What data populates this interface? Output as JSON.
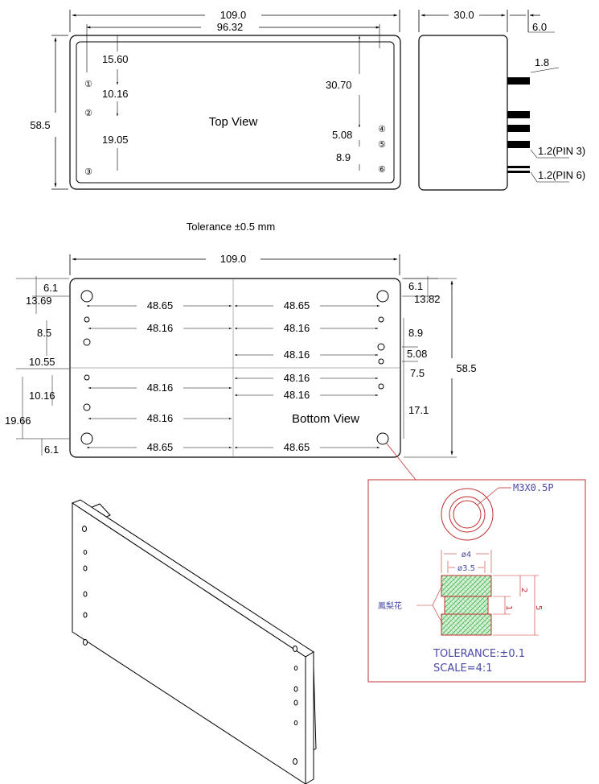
{
  "top_view": {
    "title": "Top View",
    "width": "109.0",
    "pin_span": "96.32",
    "height": "58.5",
    "d1": "15.60",
    "d2": "10.16",
    "d3": "19.05",
    "d4": "30.70",
    "d5": "5.08",
    "d6": "8.9",
    "pins": [
      "①",
      "②",
      "③",
      "④",
      "⑤",
      "⑥"
    ],
    "tolerance": "Tolerance ±0.5 mm"
  },
  "side_view": {
    "depth": "30.0",
    "pin_length": "6.0",
    "pin_dia": "1.8",
    "pin3": "1.2(PIN 3)",
    "pin6": "1.2(PIN 6)"
  },
  "bottom_view": {
    "title": "Bottom View",
    "width": "109.0",
    "height": "58.5",
    "left": [
      "6.1",
      "13.69",
      "8.5",
      "10.55",
      "10.16",
      "19.66",
      "6.1"
    ],
    "right": [
      "6.1",
      "13.82",
      "8.9",
      "5.08",
      "7.5",
      "17.1"
    ],
    "h1": "48.65",
    "h2": "48.16"
  },
  "detail": {
    "thread": "M3X0.5P",
    "d_outer": "ø4",
    "d_inner": "ø3.5",
    "knurl": "鳳梨花",
    "dim2": "2",
    "dim1": "1",
    "dim5": "5",
    "tolerance": "TOLERANCE:±0.1",
    "scale": "SCALE=4:1",
    "colors": {
      "line": "#c03030",
      "text": "#4a4aa8",
      "knurl": "#3cb44a"
    }
  }
}
